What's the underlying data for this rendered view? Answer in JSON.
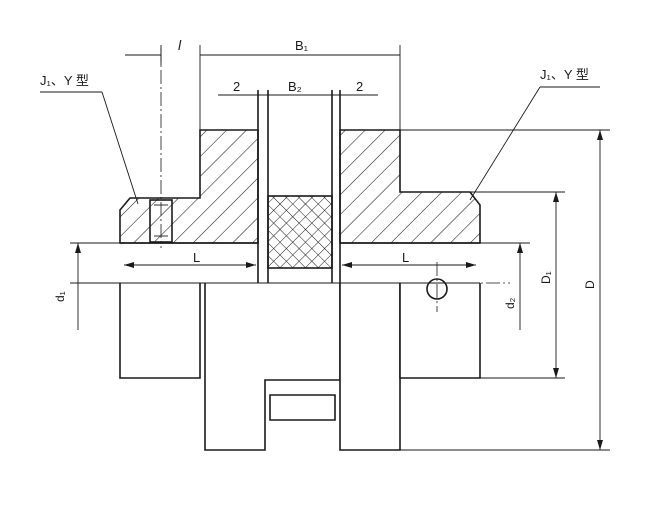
{
  "labels": {
    "left_type": "J₁、Y 型",
    "right_type": "J₁、Y 型",
    "dim_l_small": "l",
    "dim_B1": "B₁",
    "dim_B2": "B₂",
    "dim_gap_left": "2",
    "dim_gap_right": "2",
    "dim_L_left": "L",
    "dim_L_right": "L",
    "dim_d1": "d₁",
    "dim_d2": "d₂",
    "dim_D1": "D₁",
    "dim_D": "D"
  },
  "colors": {
    "line": "#1a1a1a",
    "background": "#ffffff"
  }
}
